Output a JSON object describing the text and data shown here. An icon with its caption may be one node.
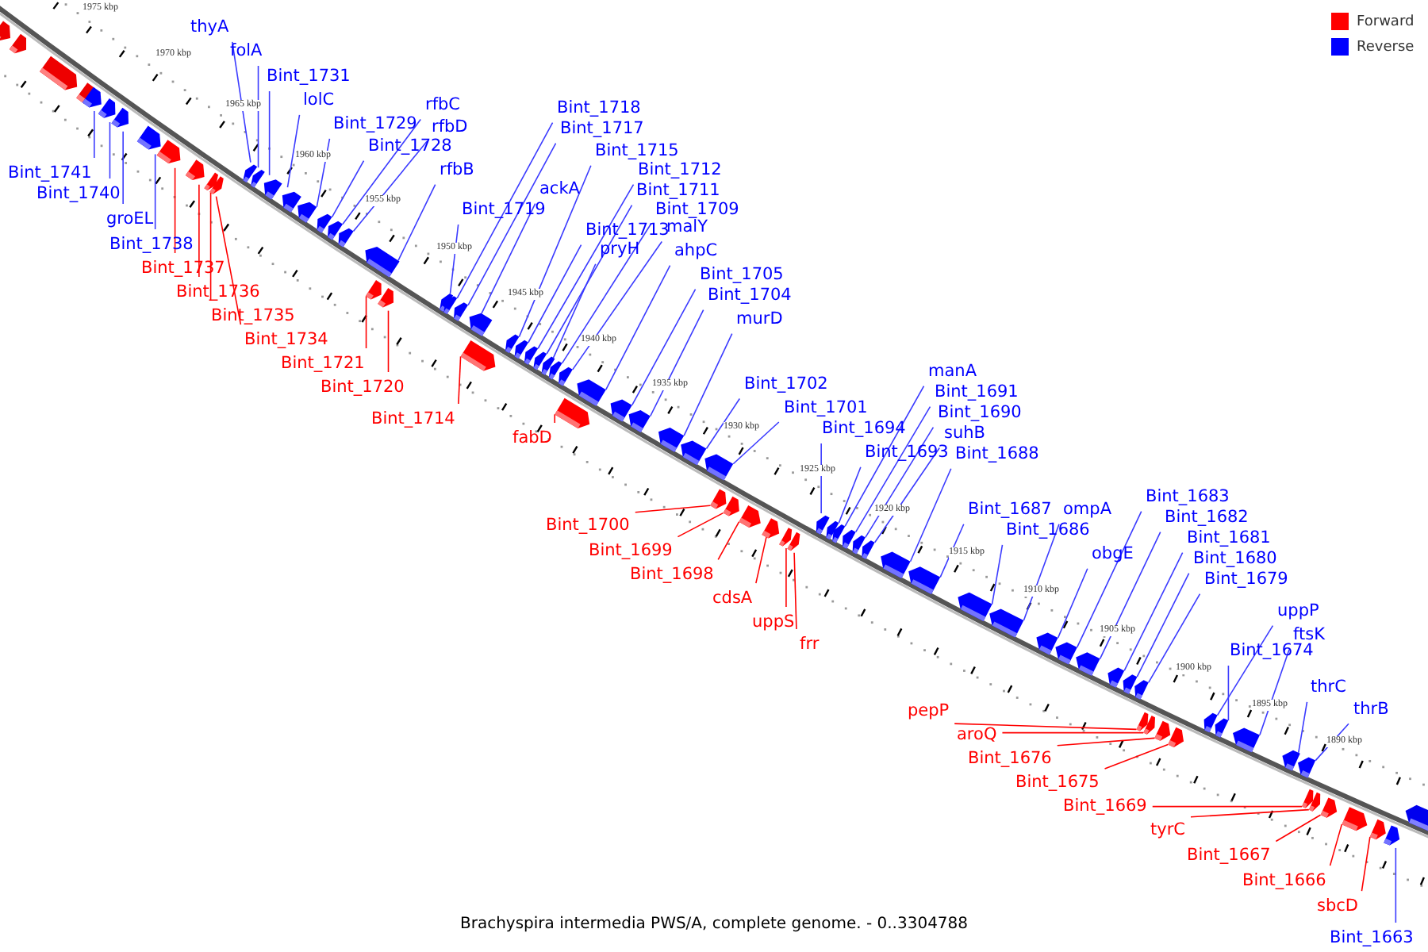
{
  "diagram": {
    "caption": "Brachyspira intermedia PWS/A, complete genome. - 0..3304788",
    "nodes": [
      {
        "text": [
          "thyA"
        ]
      },
      {
        "text": [
          "folA"
        ]
      },
      {
        "text": [
          "Bint_1731"
        ]
      },
      {
        "text": [
          "lolC"
        ]
      },
      {
        "text": [
          "Bint_1729"
        ]
      },
      {
        "text": [
          "rfbC"
        ]
      },
      {
        "text": [
          "rfbD"
        ]
      },
      {
        "text": [
          "Bint_1728"
        ]
      },
      {
        "text": [
          "rfbB"
        ]
      },
      {
        "text": [
          "Bint_1741"
        ]
      },
      {
        "text": [
          "Bint_1740"
        ]
      },
      {
        "text": [
          "groEL"
        ]
      },
      {
        "text": [
          "Bint_1738"
        ]
      },
      {
        "text": [
          "Bint_1737"
        ]
      },
      {
        "text": [
          "Bint_1736"
        ]
      },
      {
        "text": [
          "Bint_1735"
        ]
      },
      {
        "text": [
          "Bint_1734"
        ]
      },
      {
        "text": [
          "Bint_1718"
        ]
      },
      {
        "text": [
          "Bint_1717"
        ]
      },
      {
        "text": [
          "Bint_1715"
        ]
      },
      {
        "text": [
          "Bint_1712"
        ]
      },
      {
        "text": [
          "Bint_1711"
        ]
      },
      {
        "text": [
          "Bint_1709"
        ]
      },
      {
        "text": [
          "ackA"
        ]
      },
      {
        "text": [
          "Bint_1719"
        ]
      },
      {
        "text": [
          "Bint_1713"
        ]
      },
      {
        "text": [
          "malY"
        ]
      },
      {
        "text": [
          "pryH"
        ]
      },
      {
        "text": [
          "ahpC"
        ]
      },
      {
        "text": [
          "Bint_1705"
        ]
      },
      {
        "text": [
          "Bint_1704"
        ]
      },
      {
        "text": [
          "murD"
        ]
      },
      {
        "text": [
          "Bint_1721"
        ]
      },
      {
        "text": [
          "Bint_1720"
        ]
      },
      {
        "text": [
          "Bint_1714"
        ]
      },
      {
        "text": [
          "fabD"
        ]
      },
      {
        "text": [
          "manA"
        ]
      },
      {
        "text": [
          "Bint_1691"
        ]
      },
      {
        "text": [
          "Bint_1690"
        ]
      },
      {
        "text": [
          "suhB"
        ]
      },
      {
        "text": [
          "Bint_1688"
        ]
      },
      {
        "text": [
          "Bint_1702"
        ]
      },
      {
        "text": [
          "Bint_1701"
        ]
      },
      {
        "text": [
          "Bint_1694"
        ]
      },
      {
        "text": [
          "Bint_1693"
        ]
      },
      {
        "text": [
          "Bint_1683"
        ]
      },
      {
        "text": [
          "Bint_1682"
        ]
      },
      {
        "text": [
          "Bint_1681"
        ]
      },
      {
        "text": [
          "Bint_1680"
        ]
      },
      {
        "text": [
          "Bint_1679"
        ]
      },
      {
        "text": [
          "Bint_1687"
        ]
      },
      {
        "text": [
          "ompA"
        ]
      },
      {
        "text": [
          "Bint_1686"
        ]
      },
      {
        "text": [
          "obgE"
        ]
      },
      {
        "text": [
          "Bint_1700"
        ]
      },
      {
        "text": [
          "Bint_1699"
        ]
      },
      {
        "text": [
          "Bint_1698"
        ]
      },
      {
        "text": [
          "cdsA"
        ]
      },
      {
        "text": [
          "uppS"
        ]
      },
      {
        "text": [
          "frr"
        ]
      },
      {
        "text": [
          "uppP"
        ]
      },
      {
        "text": [
          "ftsK"
        ]
      },
      {
        "text": [
          "Bint_1674"
        ]
      },
      {
        "text": [
          "thrC"
        ]
      },
      {
        "text": [
          "thrB"
        ]
      },
      {
        "text": [
          "pepP"
        ]
      },
      {
        "text": [
          "aroQ"
        ]
      },
      {
        "text": [
          "Bint_1676"
        ]
      },
      {
        "text": [
          "Bint_1675"
        ]
      },
      {
        "text": [
          "Bint_1669"
        ]
      },
      {
        "text": [
          "tyrC"
        ]
      },
      {
        "text": [
          "Bint_1667"
        ]
      },
      {
        "text": [
          "Bint_1666"
        ]
      },
      {
        "text": [
          "sbcD"
        ]
      },
      {
        "text": [
          "Bint_1663"
        ]
      },
      {
        "text": [],
        "shape": "arrow"
      },
      {
        "text": [],
        "shape": "arrow"
      },
      {
        "text": [],
        "shape": "arrow"
      },
      {
        "text": [],
        "shape": "arrow"
      },
      {
        "text": [],
        "shape": "arrow"
      },
      {
        "text": [],
        "shape": "arrow"
      },
      {
        "text": [],
        "shape": "arrow"
      },
      {
        "text": [],
        "shape": "arrow"
      },
      {
        "text": [],
        "shape": "arrow"
      },
      {
        "text": [],
        "shape": "arrow"
      },
      {
        "text": [],
        "shape": "arrow"
      },
      {
        "text": [],
        "shape": "arrow"
      },
      {
        "text": [],
        "shape": "arrow"
      },
      {
        "text": [],
        "shape": "arrow"
      },
      {
        "text": [],
        "shape": "arrow"
      },
      {
        "text": [],
        "shape": "arrow"
      },
      {
        "text": [],
        "shape": "arrow"
      },
      {
        "text": [],
        "shape": "arrow"
      },
      {
        "text": [],
        "shape": "arrow"
      },
      {
        "text": [],
        "shape": "arrow"
      },
      {
        "text": [],
        "shape": "arrow"
      },
      {
        "text": [],
        "shape": "arrow"
      },
      {
        "text": [],
        "shape": "arrow"
      },
      {
        "text": [],
        "shape": "arrow"
      },
      {
        "text": [],
        "shape": "arrow"
      },
      {
        "text": [],
        "shape": "arrow"
      },
      {
        "text": [],
        "shape": "arrow"
      },
      {
        "text": [],
        "shape": "arrow"
      },
      {
        "text": [],
        "shape": "arrow"
      },
      {
        "text": [],
        "shape": "arrow"
      },
      {
        "text": [],
        "shape": "arrow"
      },
      {
        "text": [],
        "shape": "arrow"
      },
      {
        "text": [],
        "shape": "arrow"
      },
      {
        "text": [],
        "shape": "arrow"
      },
      {
        "text": [],
        "shape": "arrow"
      },
      {
        "text": [],
        "shape": "arrow"
      },
      {
        "text": [],
        "shape": "arrow"
      },
      {
        "text": [],
        "shape": "arrow"
      },
      {
        "text": [],
        "shape": "arrow"
      },
      {
        "text": [],
        "shape": "arrow"
      },
      {
        "text": [],
        "shape": "arrow"
      },
      {
        "text": [],
        "shape": "arrow"
      },
      {
        "text": [],
        "shape": "arrow"
      },
      {
        "text": [],
        "shape": "arrow"
      },
      {
        "text": [],
        "shape": "arrow"
      },
      {
        "text": [],
        "shape": "arrow"
      },
      {
        "text": [],
        "shape": "arrow"
      },
      {
        "text": [],
        "shape": "arrow"
      },
      {
        "text": [],
        "shape": "arrow"
      },
      {
        "text": [],
        "shape": "arrow"
      },
      {
        "text": [],
        "shape": "arrow"
      },
      {
        "text": [],
        "shape": "arrow"
      },
      {
        "text": [],
        "shape": "arrow"
      },
      {
        "text": [],
        "shape": "arrow"
      },
      {
        "text": [],
        "shape": "arrow"
      },
      {
        "text": [],
        "shape": "arrow"
      },
      {
        "text": [],
        "shape": "arrow"
      },
      {
        "text": [],
        "shape": "arrow"
      },
      {
        "text": [],
        "shape": "arrow"
      },
      {
        "text": [],
        "shape": "arrow"
      },
      {
        "text": [],
        "shape": "arrow"
      },
      {
        "text": [],
        "shape": "arrow"
      },
      {
        "text": [],
        "shape": "arrow"
      },
      {
        "text": [],
        "shape": "arrow"
      },
      {
        "text": [],
        "shape": "arrow"
      },
      {
        "text": [],
        "shape": "arrow"
      },
      {
        "text": [],
        "shape": "arrow"
      },
      {
        "text": [],
        "shape": "arrow"
      },
      {
        "text": [],
        "shape": "arrow"
      },
      {
        "text": [],
        "shape": "arrow"
      },
      {
        "text": [],
        "shape": "arrow"
      },
      {
        "text": [],
        "shape": "arrow"
      },
      {
        "text": [],
        "shape": "arrow"
      },
      {
        "text": [],
        "shape": "arrow"
      },
      {
        "text": [],
        "shape": "arrow"
      }
    ],
    "edges": [
      {
        "from": 0,
        "to": 83,
        "arrow": "none"
      },
      {
        "from": 1,
        "to": 84,
        "arrow": "none"
      },
      {
        "from": 2,
        "to": 85,
        "arrow": "none"
      },
      {
        "from": 3,
        "to": 86,
        "arrow": "none"
      },
      {
        "from": 4,
        "to": 87,
        "arrow": "none"
      },
      {
        "from": 5,
        "to": 89,
        "arrow": "none"
      },
      {
        "from": 6,
        "to": 90,
        "arrow": "none"
      },
      {
        "from": 7,
        "to": 88,
        "arrow": "none"
      },
      {
        "from": 8,
        "to": 93,
        "arrow": "none"
      },
      {
        "from": 9,
        "to": 75,
        "arrow": "none"
      },
      {
        "from": 10,
        "to": 76,
        "arrow": "none"
      },
      {
        "from": 11,
        "to": 77,
        "arrow": "none"
      },
      {
        "from": 12,
        "to": 78,
        "arrow": "none"
      },
      {
        "from": 13,
        "to": 79,
        "arrow": "none",
        "color": "#ff0000"
      },
      {
        "from": 14,
        "to": 80,
        "arrow": "none",
        "color": "#ff0000"
      },
      {
        "from": 15,
        "to": 81,
        "arrow": "none",
        "color": "#ff0000"
      },
      {
        "from": 16,
        "to": 82,
        "arrow": "none",
        "color": "#ff0000"
      },
      {
        "from": 17,
        "to": 95,
        "arrow": "none"
      },
      {
        "from": 18,
        "to": 96,
        "arrow": "none"
      },
      {
        "from": 19,
        "to": 99,
        "arrow": "none"
      },
      {
        "from": 20,
        "to": 101,
        "arrow": "none"
      },
      {
        "from": 21,
        "to": 102,
        "arrow": "none"
      },
      {
        "from": 22,
        "to": 104,
        "arrow": "none"
      },
      {
        "from": 23,
        "to": 98,
        "arrow": "none"
      },
      {
        "from": 24,
        "to": 94,
        "arrow": "none"
      },
      {
        "from": 25,
        "to": 100,
        "arrow": "none"
      },
      {
        "from": 26,
        "to": 106,
        "arrow": "none"
      },
      {
        "from": 27,
        "to": 103,
        "arrow": "none"
      },
      {
        "from": 28,
        "to": 107,
        "arrow": "none"
      },
      {
        "from": 29,
        "to": 108,
        "arrow": "none"
      },
      {
        "from": 30,
        "to": 109,
        "arrow": "none"
      },
      {
        "from": 31,
        "to": 110,
        "arrow": "none"
      },
      {
        "from": 32,
        "to": 91,
        "arrow": "none",
        "color": "#ff0000"
      },
      {
        "from": 33,
        "to": 92,
        "arrow": "none",
        "color": "#ff0000"
      },
      {
        "from": 34,
        "to": 97,
        "arrow": "none",
        "color": "#ff0000"
      },
      {
        "from": 35,
        "to": 105,
        "arrow": "none",
        "color": "#ff0000"
      },
      {
        "from": 36,
        "to": 121,
        "arrow": "none"
      },
      {
        "from": 37,
        "to": 122,
        "arrow": "none"
      },
      {
        "from": 38,
        "to": 123,
        "arrow": "none"
      },
      {
        "from": 39,
        "to": 124,
        "arrow": "none"
      },
      {
        "from": 40,
        "to": 125,
        "arrow": "none"
      },
      {
        "from": 41,
        "to": 111,
        "arrow": "none"
      },
      {
        "from": 42,
        "to": 114,
        "arrow": "none"
      },
      {
        "from": 43,
        "to": 119,
        "arrow": "none"
      },
      {
        "from": 44,
        "to": 120,
        "arrow": "none"
      },
      {
        "from": 45,
        "to": 130,
        "arrow": "none"
      },
      {
        "from": 46,
        "to": 131,
        "arrow": "none"
      },
      {
        "from": 47,
        "to": 132,
        "arrow": "none"
      },
      {
        "from": 48,
        "to": 134,
        "arrow": "none"
      },
      {
        "from": 49,
        "to": 136,
        "arrow": "none"
      },
      {
        "from": 50,
        "to": 126,
        "arrow": "none"
      },
      {
        "from": 51,
        "to": 128,
        "arrow": "none"
      },
      {
        "from": 52,
        "to": 127,
        "arrow": "none"
      },
      {
        "from": 53,
        "to": 129,
        "arrow": "none"
      },
      {
        "from": 54,
        "to": 112,
        "arrow": "none",
        "color": "#ff0000"
      },
      {
        "from": 55,
        "to": 113,
        "arrow": "none",
        "color": "#ff0000"
      },
      {
        "from": 56,
        "to": 115,
        "arrow": "none",
        "color": "#ff0000"
      },
      {
        "from": 57,
        "to": 116,
        "arrow": "none",
        "color": "#ff0000"
      },
      {
        "from": 58,
        "to": 117,
        "arrow": "none",
        "color": "#ff0000"
      },
      {
        "from": 59,
        "to": 118,
        "arrow": "none",
        "color": "#ff0000"
      },
      {
        "from": 60,
        "to": 139,
        "arrow": "none"
      },
      {
        "from": 61,
        "to": 141,
        "arrow": "none"
      },
      {
        "from": 62,
        "to": 140,
        "arrow": "none"
      },
      {
        "from": 63,
        "to": 143,
        "arrow": "none"
      },
      {
        "from": 64,
        "to": 145,
        "arrow": "none"
      },
      {
        "from": 65,
        "to": 133,
        "arrow": "none",
        "color": "#ff0000"
      },
      {
        "from": 66,
        "to": 135,
        "arrow": "none",
        "color": "#ff0000"
      },
      {
        "from": 67,
        "to": 137,
        "arrow": "none",
        "color": "#ff0000"
      },
      {
        "from": 68,
        "to": 138,
        "arrow": "none",
        "color": "#ff0000"
      },
      {
        "from": 69,
        "to": 142,
        "arrow": "none",
        "color": "#ff0000"
      },
      {
        "from": 70,
        "to": 144,
        "arrow": "none",
        "color": "#ff0000"
      },
      {
        "from": 71,
        "to": 146,
        "arrow": "none",
        "color": "#ff0000"
      },
      {
        "from": 72,
        "to": 147,
        "arrow": "none",
        "color": "#ff0000"
      },
      {
        "from": 73,
        "to": 148,
        "arrow": "none",
        "color": "#ff0000"
      },
      {
        "from": 74,
        "to": 149,
        "arrow": "none"
      }
    ],
    "labels": [
      "1975 kbp",
      "1970 kbp",
      "1965 kbp",
      "1960 kbp",
      "1955 kbp",
      "1950 kbp",
      "1945 kbp",
      "1940 kbp",
      "1935 kbp",
      "1930 kbp",
      "1925 kbp",
      "1920 kbp",
      "1915 kbp",
      "1910 kbp",
      "1905 kbp",
      "1900 kbp",
      "1895 kbp",
      "1890 kbp"
    ],
    "legend": [
      {
        "text": "Forward",
        "color": "#ff0000"
      },
      {
        "text": "Reverse",
        "color": "#0000ff"
      }
    ]
  }
}
